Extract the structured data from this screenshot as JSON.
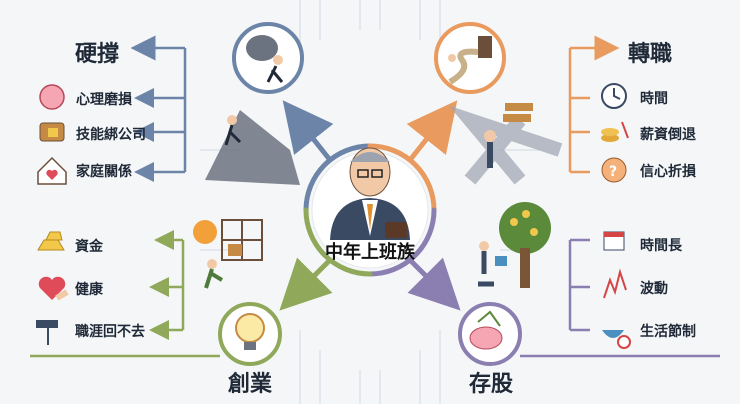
{
  "center": {
    "label": "中年上班族"
  },
  "branches": {
    "hard_hold": {
      "title": "硬撐",
      "color": "#6b84a8",
      "items": [
        {
          "label": "心理磨損",
          "icon": "brain-icon"
        },
        {
          "label": "技能綁公司",
          "icon": "locked-briefcase-icon"
        },
        {
          "label": "家庭關係",
          "icon": "house-heart-icon"
        }
      ]
    },
    "career_change": {
      "title": "轉職",
      "color": "#e99a5e",
      "items": [
        {
          "label": "時間",
          "icon": "clock-icon"
        },
        {
          "label": "薪資倒退",
          "icon": "falling-coins-icon"
        },
        {
          "label": "信心折損",
          "icon": "question-head-icon"
        }
      ]
    },
    "startup": {
      "title": "創業",
      "color": "#8fa85a",
      "items": [
        {
          "label": "資金",
          "icon": "gold-bars-icon"
        },
        {
          "label": "健康",
          "icon": "heart-bandage-icon"
        },
        {
          "label": "職涯回不去",
          "icon": "signpost-icon"
        }
      ]
    },
    "stocks": {
      "title": "存股",
      "color": "#8a7fb0",
      "items": [
        {
          "label": "時間長",
          "icon": "calendar-hourglass-icon"
        },
        {
          "label": "波動",
          "icon": "volatility-chart-icon"
        },
        {
          "label": "生活節制",
          "icon": "restricted-bowl-icon"
        }
      ]
    }
  }
}
